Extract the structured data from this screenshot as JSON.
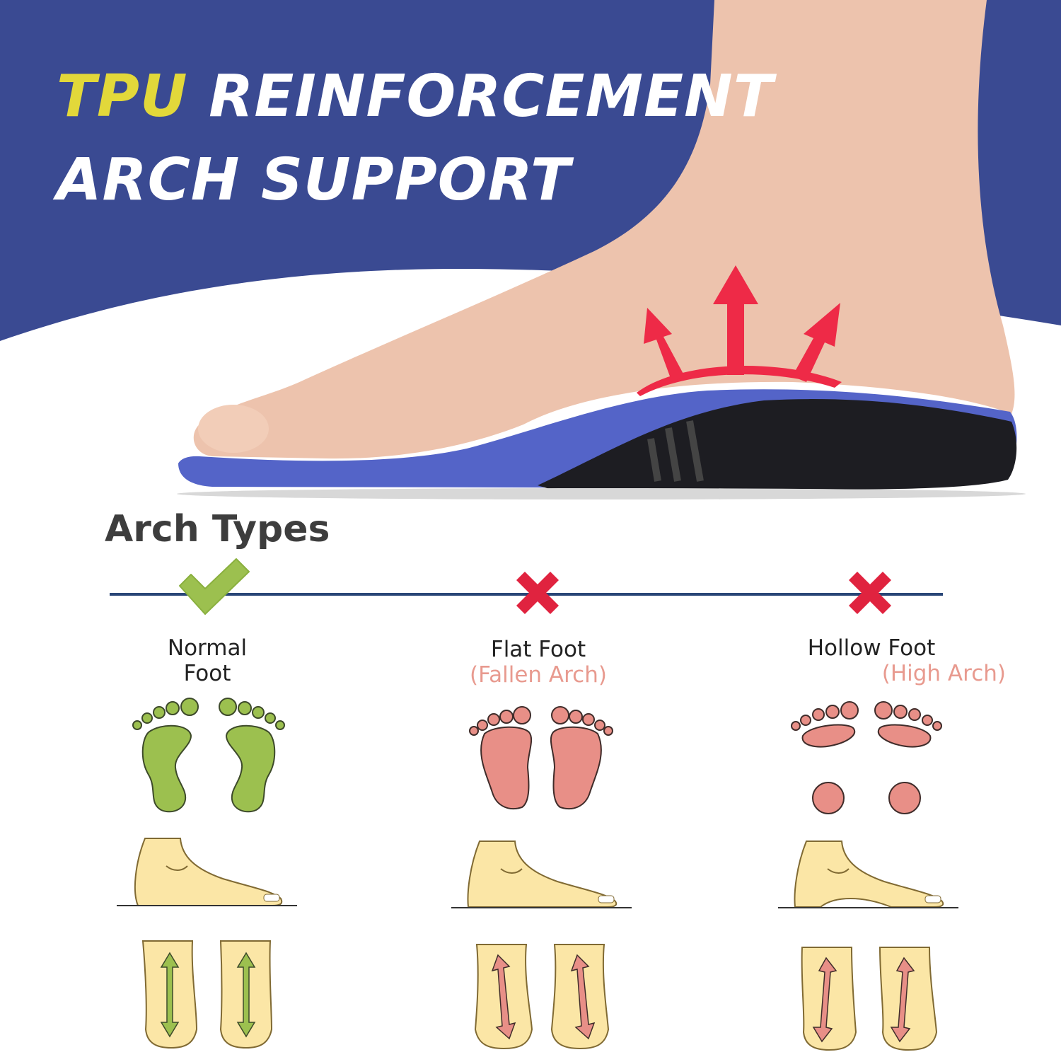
{
  "headline": {
    "accent_word": "TPU",
    "line1_rest": " REINFORCEMENT",
    "line2": "ARCH SUPPORT"
  },
  "section_title": "Arch Types",
  "arch_types": [
    {
      "label": "Normal",
      "label_line2": "Foot",
      "sub": "",
      "status": "check",
      "color": "#9cc04f"
    },
    {
      "label": "Flat Foot",
      "label_line2": "",
      "sub": "(Fallen Arch)",
      "status": "cross",
      "color": "#e88f87"
    },
    {
      "label": "Hollow Foot",
      "label_line2": "",
      "sub": "(High Arch)",
      "status": "cross",
      "color": "#e88f87"
    }
  ],
  "colors": {
    "background_blue": "#3a4a92",
    "headline_accent": "#e2d83a",
    "check_green": "#9cc04f",
    "cross_red": "#e0233f",
    "footprint_pink": "#e88f87",
    "timeline_blue": "#294677",
    "skin_yellow": "#fbe6a6",
    "insole_blue": "#5464c8"
  },
  "icons": {
    "check": "check-icon",
    "cross": "cross-icon",
    "arrows": "support-arrows-icon"
  }
}
